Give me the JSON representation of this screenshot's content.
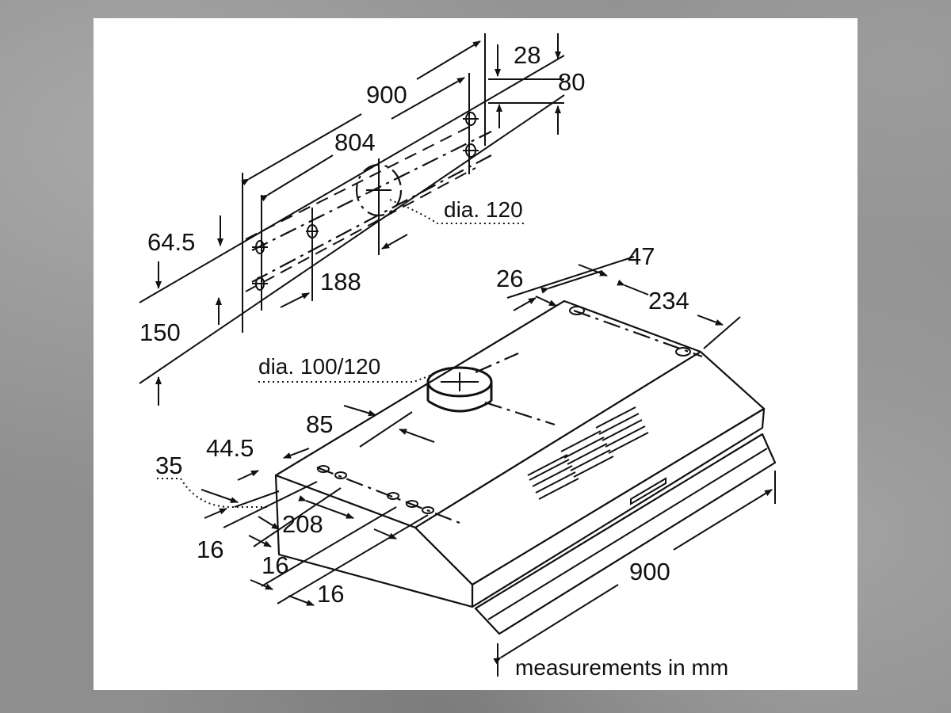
{
  "diagram": {
    "labels": {
      "top_width": "900",
      "top_28": "28",
      "top_80": "80",
      "top_804": "804",
      "dia_120": "dia. 120",
      "left_64_5": "64.5",
      "mid_188": "188",
      "left_150": "150",
      "hood_47": "47",
      "hood_26": "26",
      "hood_234": "234",
      "dia_100_120": "dia. 100/120",
      "hood_85": "85",
      "hood_44_5": "44.5",
      "hood_35": "35",
      "hood_208": "208",
      "hood_16_a": "16",
      "hood_16_b": "16",
      "hood_16_c": "16",
      "hood_900": "900"
    },
    "note": "measurements in mm"
  }
}
